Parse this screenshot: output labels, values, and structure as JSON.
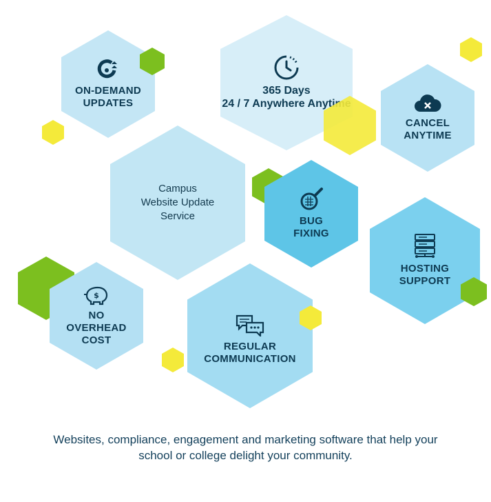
{
  "colors": {
    "hex_light": "#c6e7f5",
    "hex_mid": "#a6dcf1",
    "hex_strong": "#60c7e8",
    "accent_green": "#7cbf1f",
    "accent_yellow": "#f4ea3a",
    "text_dark": "#0d3a52"
  },
  "nodes": {
    "on_demand": {
      "line1": "ON-DEMAND",
      "line2": "UPDATES",
      "icon": "refresh-arrow-icon"
    },
    "days": {
      "line1": "365 Days",
      "line2": "24 / 7 Anywhere Anytime",
      "icon": "clock-icon"
    },
    "cancel": {
      "line1": "CANCEL",
      "line2": "ANYTIME",
      "icon": "cloud-close-icon"
    },
    "campus": {
      "line1": "Campus",
      "line2": "Website Update",
      "line3": "Service"
    },
    "bug": {
      "line1": "BUG",
      "line2": "FIXING",
      "icon": "magnifier-bug-icon"
    },
    "hosting": {
      "line1": "HOSTING",
      "line2": "SUPPORT",
      "icon": "server-icon"
    },
    "overhead": {
      "line1": "NO",
      "line2": "OVERHEAD",
      "line3": "COST",
      "icon": "piggy-bank-icon"
    },
    "communication": {
      "line1": "REGULAR",
      "line2": "COMMUNICATION",
      "icon": "chat-bubbles-icon"
    }
  },
  "footer": {
    "line1": "Websites, compliance, engagement and marketing software that help your",
    "line2": "school or college delight your community."
  }
}
